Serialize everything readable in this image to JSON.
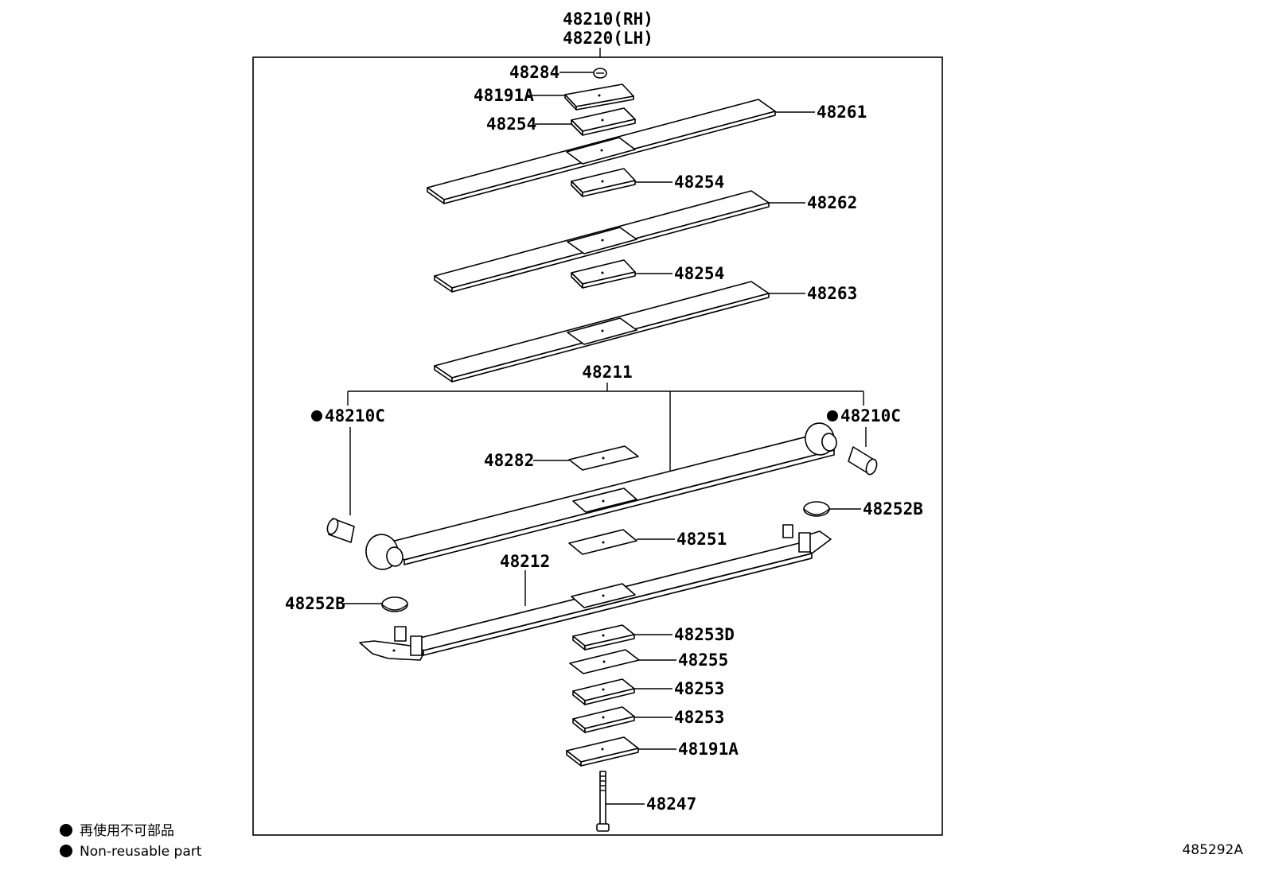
{
  "title_lines": [
    "48210(RH)",
    "48220(LH)"
  ],
  "parts": {
    "p48284": "48284",
    "p48191A_top": "48191A",
    "p48254_a": "48254",
    "p48261": "48261",
    "p48254_b": "48254",
    "p48262": "48262",
    "p48254_c": "48254",
    "p48263": "48263",
    "p48211": "48211",
    "p48210C_left": "48210C",
    "p48210C_right": "48210C",
    "p48282": "48282",
    "p48252B_right": "48252B",
    "p48251": "48251",
    "p48212": "48212",
    "p48252B_left": "48252B",
    "p48253D": "48253D",
    "p48255": "48255",
    "p48253_a": "48253",
    "p48253_b": "48253",
    "p48191A_bottom": "48191A",
    "p48247": "48247"
  },
  "legend": {
    "japanese": "再使用不可部品",
    "english": "Non-reusable part"
  },
  "illustration_code": "485292A",
  "colors": {
    "line": "#000000",
    "background": "#ffffff"
  }
}
